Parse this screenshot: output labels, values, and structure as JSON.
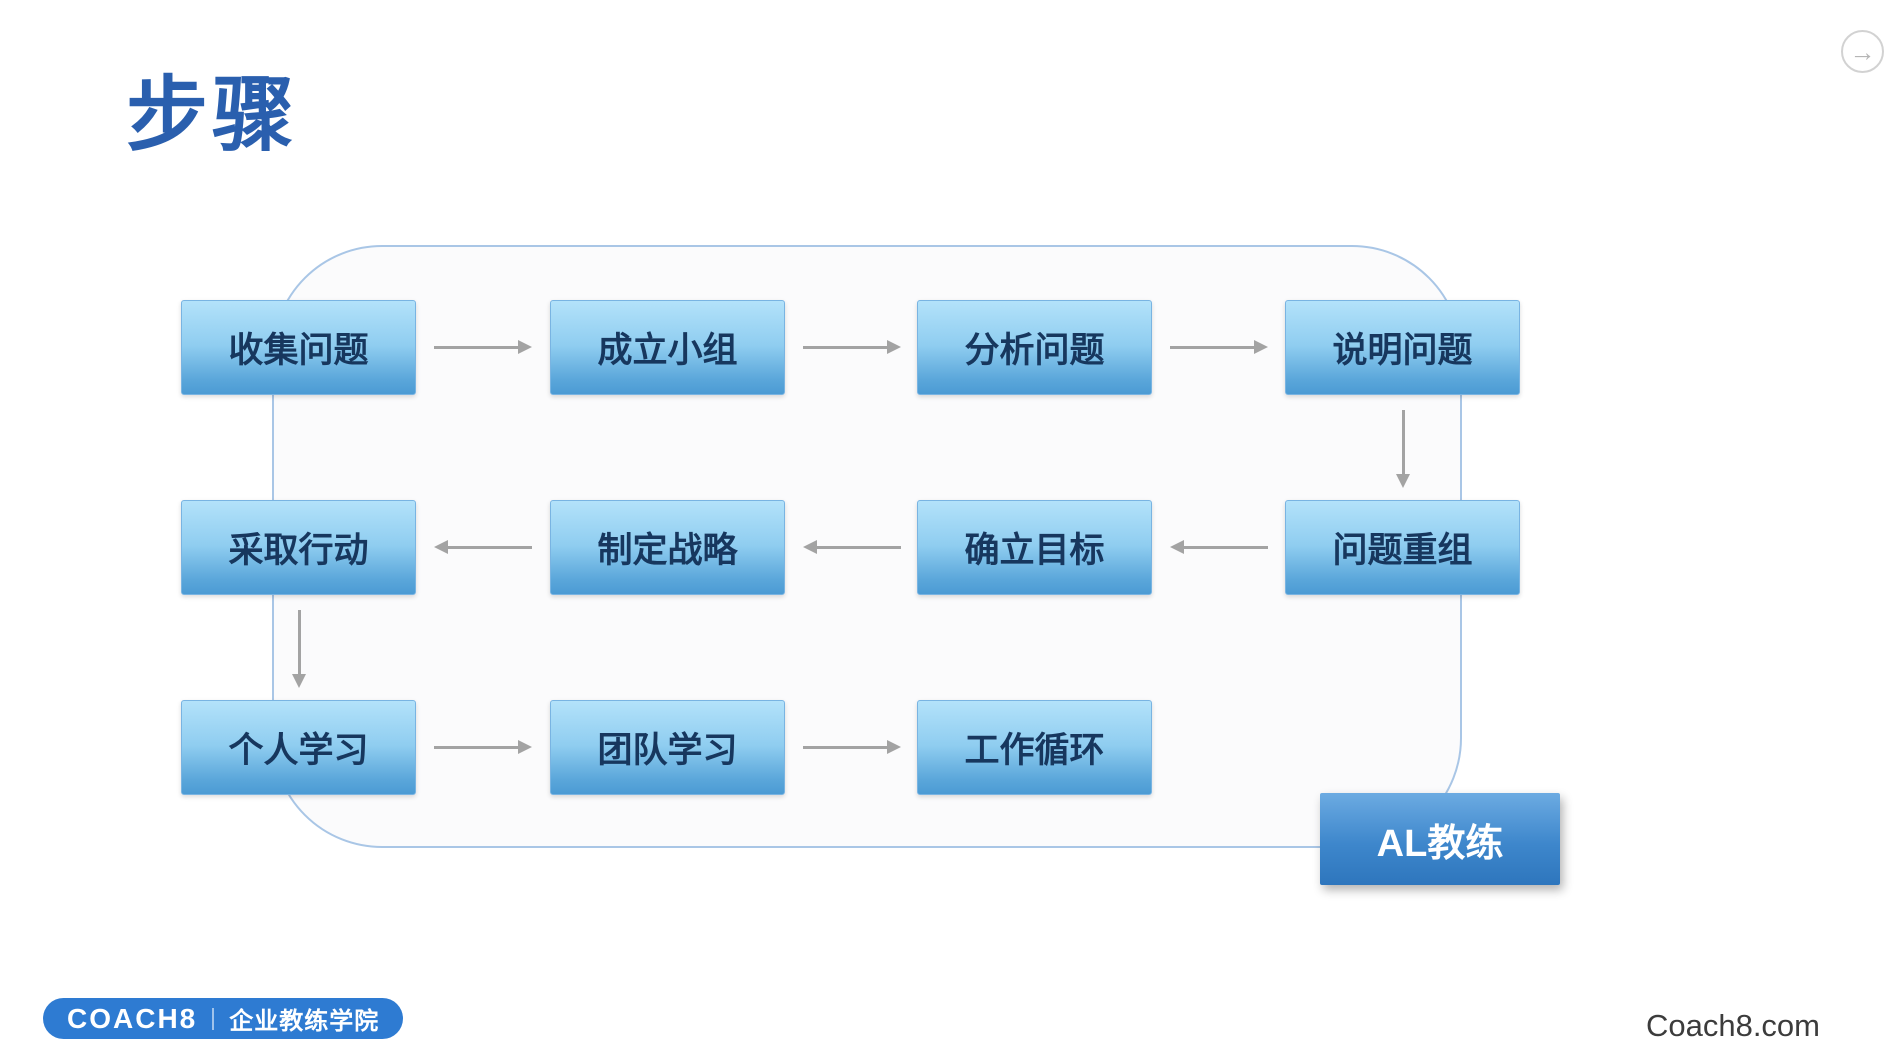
{
  "slide": {
    "title": "步骤",
    "next_icon_glyph": "→"
  },
  "diagram": {
    "nodes": [
      {
        "id": "collect-issues",
        "label": "收集问题"
      },
      {
        "id": "form-team",
        "label": "成立小组"
      },
      {
        "id": "analyze-issue",
        "label": "分析问题"
      },
      {
        "id": "explain-issue",
        "label": "说明问题"
      },
      {
        "id": "regroup-issue",
        "label": "问题重组"
      },
      {
        "id": "set-goals",
        "label": "确立目标"
      },
      {
        "id": "make-strategy",
        "label": "制定战略"
      },
      {
        "id": "take-action",
        "label": "采取行动"
      },
      {
        "id": "personal-learning",
        "label": "个人学习"
      },
      {
        "id": "team-learning",
        "label": "团队学习"
      },
      {
        "id": "work-cycle",
        "label": "工作循环"
      }
    ],
    "coach": {
      "label": "AL教练"
    },
    "edges": [
      {
        "from": "收集问题",
        "to": "成立小组",
        "direction": "right"
      },
      {
        "from": "成立小组",
        "to": "分析问题",
        "direction": "right"
      },
      {
        "from": "分析问题",
        "to": "说明问题",
        "direction": "right"
      },
      {
        "from": "说明问题",
        "to": "问题重组",
        "direction": "down"
      },
      {
        "from": "问题重组",
        "to": "确立目标",
        "direction": "left"
      },
      {
        "from": "确立目标",
        "to": "制定战略",
        "direction": "left"
      },
      {
        "from": "制定战略",
        "to": "采取行动",
        "direction": "left"
      },
      {
        "from": "采取行动",
        "to": "个人学习",
        "direction": "down"
      },
      {
        "from": "个人学习",
        "to": "团队学习",
        "direction": "right"
      },
      {
        "from": "团队学习",
        "to": "工作循环",
        "direction": "right"
      }
    ],
    "colors": {
      "node_gradient_top": "#b3e2fa",
      "node_gradient_bottom": "#4c9bd4",
      "coach_gradient_top": "#6cabe2",
      "coach_gradient_bottom": "#2e76bd",
      "arrow": "#a3a3a3",
      "container_border": "#a9c6e6",
      "title": "#2a5fae"
    }
  },
  "footer": {
    "logo_text": "COACH8",
    "academy_label": "企业教练学院",
    "site": "Coach8.com",
    "pill_color": "#2e7bd2"
  }
}
